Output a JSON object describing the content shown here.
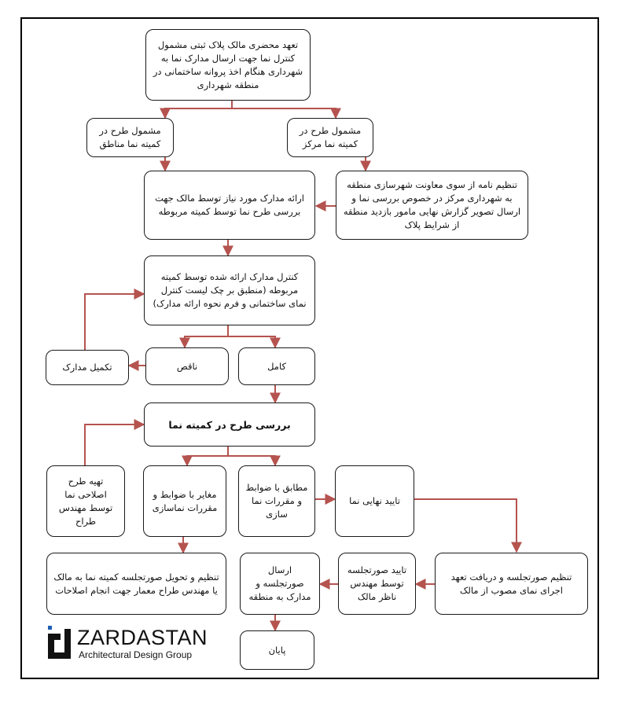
{
  "boxes": {
    "owner_commitment": "تعهد محضری مالک پلاک ثبتی مشمول کنترل نما جهت ارسال مدارک نما به شهرداری هنگام اخذ پروانه ساختمانی در منطقه شهرداری",
    "regional_committee": "مشمول طرح در کمیته نما مناطق",
    "central_committee": "مشمول طرح در کمیته نما مرکز",
    "deputy_letter": "تنظیم نامه از سوی معاونت شهرسازی منطقه به شهرداری مرکز در خصوص بررسی نما و ارسال تصویر گزارش نهایی مامور بازدید منطقه از شرایط پلاک",
    "submit_documents": "ارائه مدارک مورد نیاز توسط مالک جهت بررسی طرح نما توسط کمیته مربوطه",
    "check_documents": "کنترل مدارک ارائه شده توسط کمیته مربوطه (منطبق بر چک لیست کنترل نمای ساختمانی و فرم نحوه ارائه مدارک)",
    "complete": "کامل",
    "incomplete": "ناقص",
    "complete_documents": "تکمیل مدارک",
    "committee_review": "بررسی طرح در کمیته نما",
    "prepare_revision": "تهیه طرح اصلاحی نما توسط مهندس طراح",
    "conflicting": "مغایر با ضوابط و مقررات نماسازی",
    "compliant": "مطابق با ضوابط و مقررات نما سازی",
    "final_approval": "تایید نهایی نما",
    "minutes_to_owner": "تنظیم و تحویل صورتجلسه کمیته نما به مالک یا مهندس طراح معمار جهت انجام اصلاحات",
    "send_minutes": "ارسال صورتجلسه و مدارک به منطقه",
    "supervisor_approval": "تایید صورتجلسه توسط مهندس ناظر مالک",
    "minutes_commitment": "تنظیم صورتجلسه و دریافت تعهد اجرای نمای مصوب از مالک",
    "end": "پایان"
  },
  "logo": {
    "name": "ZARDASTAN",
    "subtitle": "Architectural Design Group"
  },
  "colors": {
    "arrow": "#b5534f",
    "border": "#1a1a1a",
    "logo_accent": "#1e5fb4"
  }
}
